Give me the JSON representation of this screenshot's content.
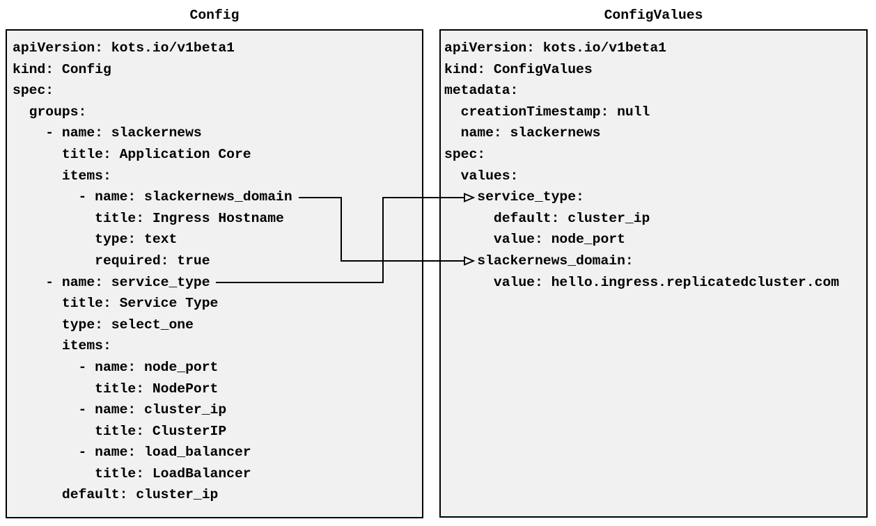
{
  "panels": {
    "config": {
      "title": "Config",
      "lines": [
        "apiVersion: kots.io/v1beta1",
        "kind: Config",
        "spec:",
        "  groups:",
        "    - name: slackernews",
        "      title: Application Core",
        "      items:",
        "        - name: slackernews_domain",
        "          title: Ingress Hostname",
        "          type: text",
        "          required: true",
        "    - name: service_type",
        "      title: Service Type",
        "      type: select_one",
        "      items:",
        "        - name: node_port",
        "          title: NodePort",
        "        - name: cluster_ip",
        "          title: ClusterIP",
        "        - name: load_balancer",
        "          title: LoadBalancer",
        "      default: cluster_ip"
      ]
    },
    "configvalues": {
      "title": "ConfigValues",
      "lines": [
        "apiVersion: kots.io/v1beta1",
        "kind: ConfigValues",
        "metadata:",
        "  creationTimestamp: null",
        "  name: slackernews",
        "spec:",
        "  values:",
        "    service_type:",
        "      default: cluster_ip",
        "      value: node_port",
        "    slackernews_domain:",
        "      value: hello.ingress.replicatedcluster.com"
      ]
    }
  },
  "connections": [
    {
      "from": "Config: spec.groups[slackernews].items[slackernews_domain]",
      "to": "ConfigValues: spec.values.slackernews_domain"
    },
    {
      "from": "Config: spec.groups[slackernews].items[service_type]",
      "to": "ConfigValues: spec.values.service_type"
    }
  ],
  "colors": {
    "background": "#ffffff",
    "panel_fill": "#f1f1f1",
    "panel_border": "#000000",
    "text": "#000000",
    "arrow": "#000000"
  }
}
